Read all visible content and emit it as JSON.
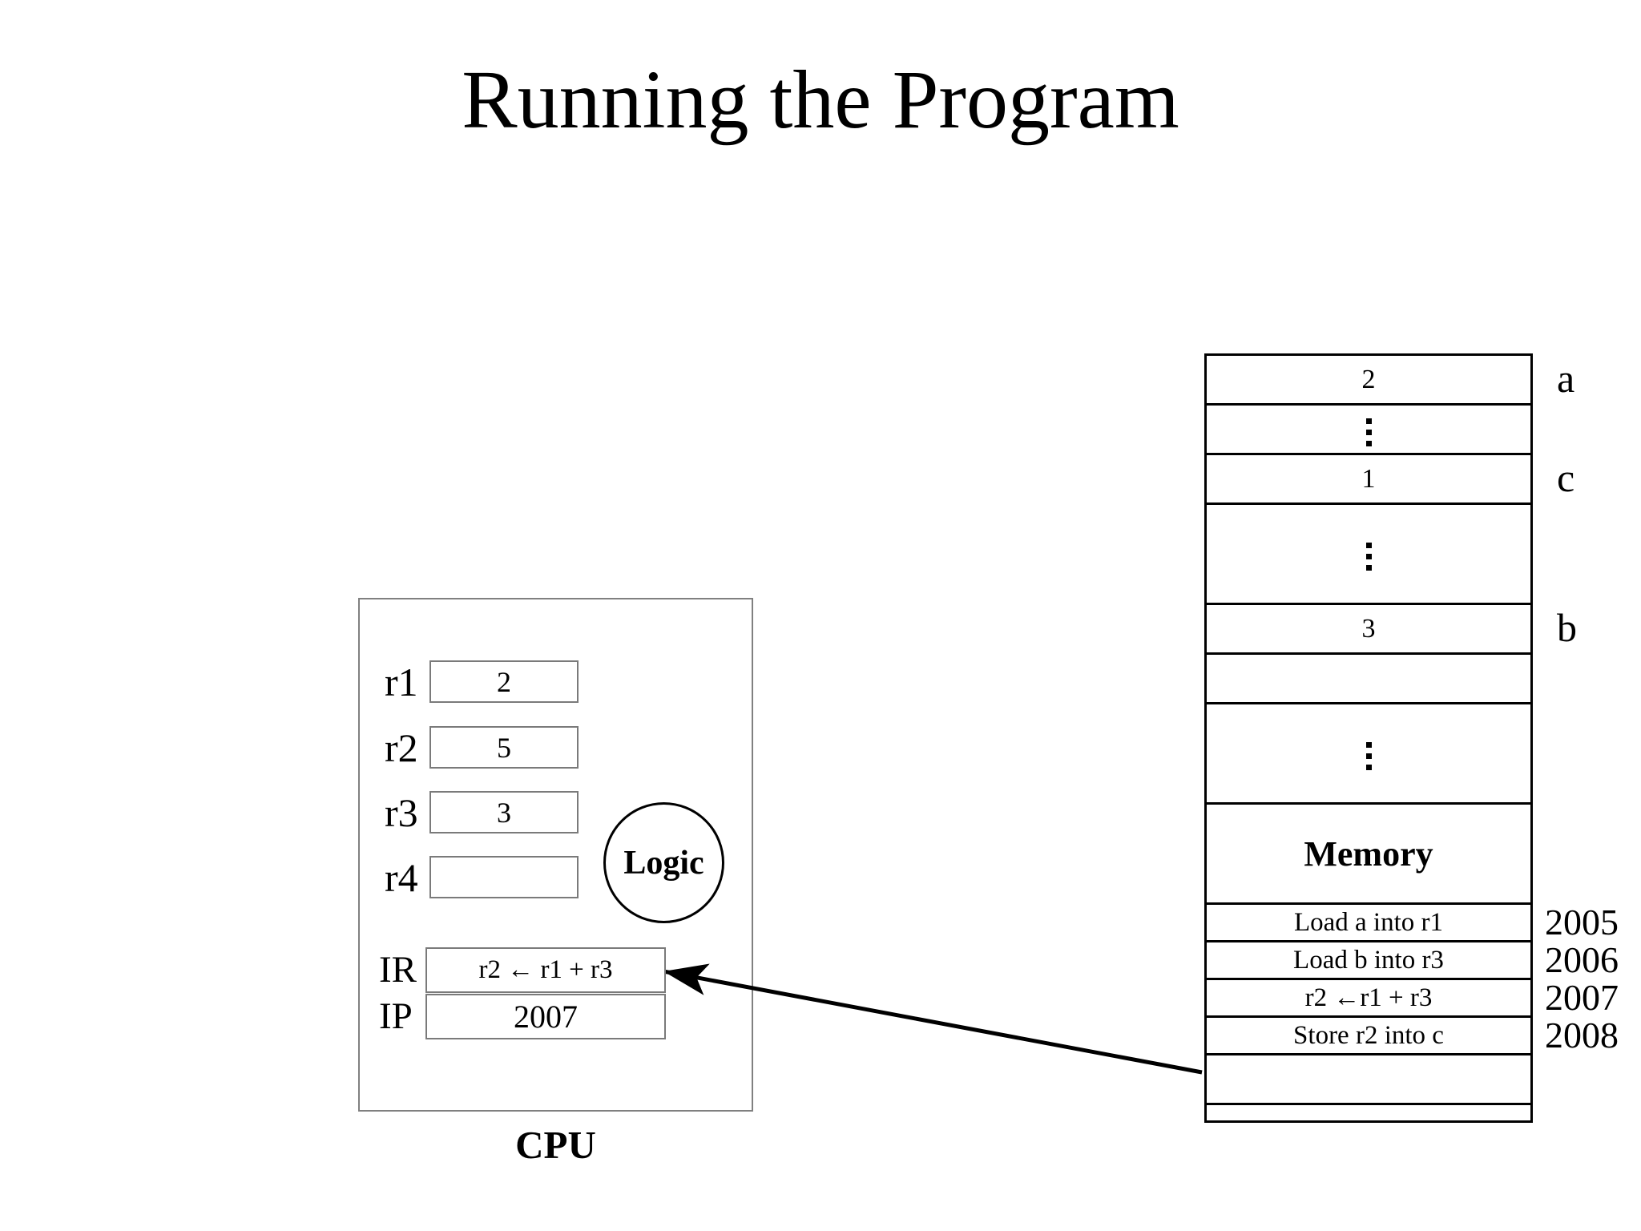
{
  "slide": {
    "title": "Running the Program"
  },
  "cpu": {
    "caption": "CPU",
    "logic_label": "Logic",
    "registers": [
      {
        "name": "r1",
        "value": "2"
      },
      {
        "name": "r2",
        "value": "5"
      },
      {
        "name": "r3",
        "value": "3"
      },
      {
        "name": "r4",
        "value": ""
      }
    ],
    "control": [
      {
        "name": "IR",
        "value": "r2 ← r1 + r3"
      },
      {
        "name": "IP",
        "value": "2007"
      }
    ]
  },
  "memory": {
    "label": "Memory",
    "rows": [
      {
        "value": "2",
        "kind": "tall",
        "side": "a",
        "address": ""
      },
      {
        "value": "⋮",
        "kind": "tall",
        "side": "",
        "address": ""
      },
      {
        "value": "1",
        "kind": "tall",
        "side": "c",
        "address": ""
      },
      {
        "value": "⋮",
        "kind": "big",
        "side": "",
        "address": ""
      },
      {
        "value": "3",
        "kind": "tall",
        "side": "b",
        "address": ""
      },
      {
        "value": "",
        "kind": "tall",
        "side": "",
        "address": ""
      },
      {
        "value": "⋮",
        "kind": "big",
        "side": "",
        "address": ""
      },
      {
        "value": "Memory",
        "kind": "label-big",
        "side": "",
        "address": ""
      },
      {
        "value": "Load a into r1",
        "kind": "instr",
        "side": "",
        "address": "2005"
      },
      {
        "value": "Load b into r3",
        "kind": "instr",
        "side": "",
        "address": "2006"
      },
      {
        "value": "r2 ←r1 + r3",
        "kind": "instr",
        "side": "",
        "address": "2007"
      },
      {
        "value": "Store r2 into c",
        "kind": "instr",
        "side": "",
        "address": "2008"
      },
      {
        "value": "",
        "kind": "tall",
        "side": "",
        "address": ""
      },
      {
        "value": "",
        "kind": "thin",
        "side": "",
        "address": ""
      }
    ]
  },
  "arrow": {
    "name": "instruction-fetch-arrow"
  },
  "colors": {
    "background": "#ffffff",
    "foreground": "#000000",
    "box_border": "#7a7a7a",
    "table_border": "#000000"
  }
}
